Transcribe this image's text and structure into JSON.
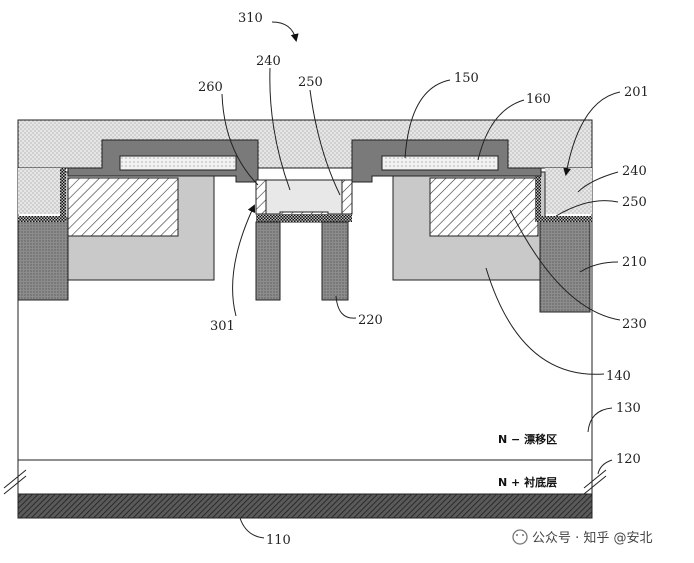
{
  "labels": {
    "l310": "310",
    "l260": "260",
    "l240a": "240",
    "l250a": "250",
    "l150": "150",
    "l160": "160",
    "l201": "201",
    "l240b": "240",
    "l250b": "250",
    "l210": "210",
    "l230": "230",
    "l301": "301",
    "l220": "220",
    "l140": "140",
    "l130": "130",
    "l120": "120",
    "l110": "110"
  },
  "regions": {
    "drift": "N − 漂移区",
    "substrate": "N + 衬底层"
  },
  "watermark": "公众号 · 知乎 @安北"
}
